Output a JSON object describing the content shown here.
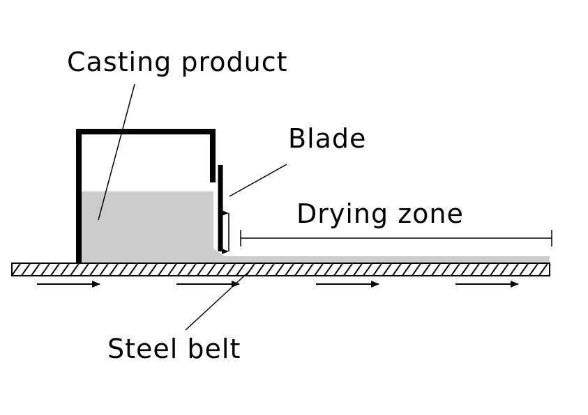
{
  "labels": {
    "casting_product": "Casting product",
    "blade": "Blade",
    "drying_zone": "Drying zone",
    "steel_belt": "Steel belt"
  },
  "colors": {
    "line": "#000000",
    "product_fill": "#cccccc",
    "background": "#ffffff"
  },
  "belt_direction": "right"
}
